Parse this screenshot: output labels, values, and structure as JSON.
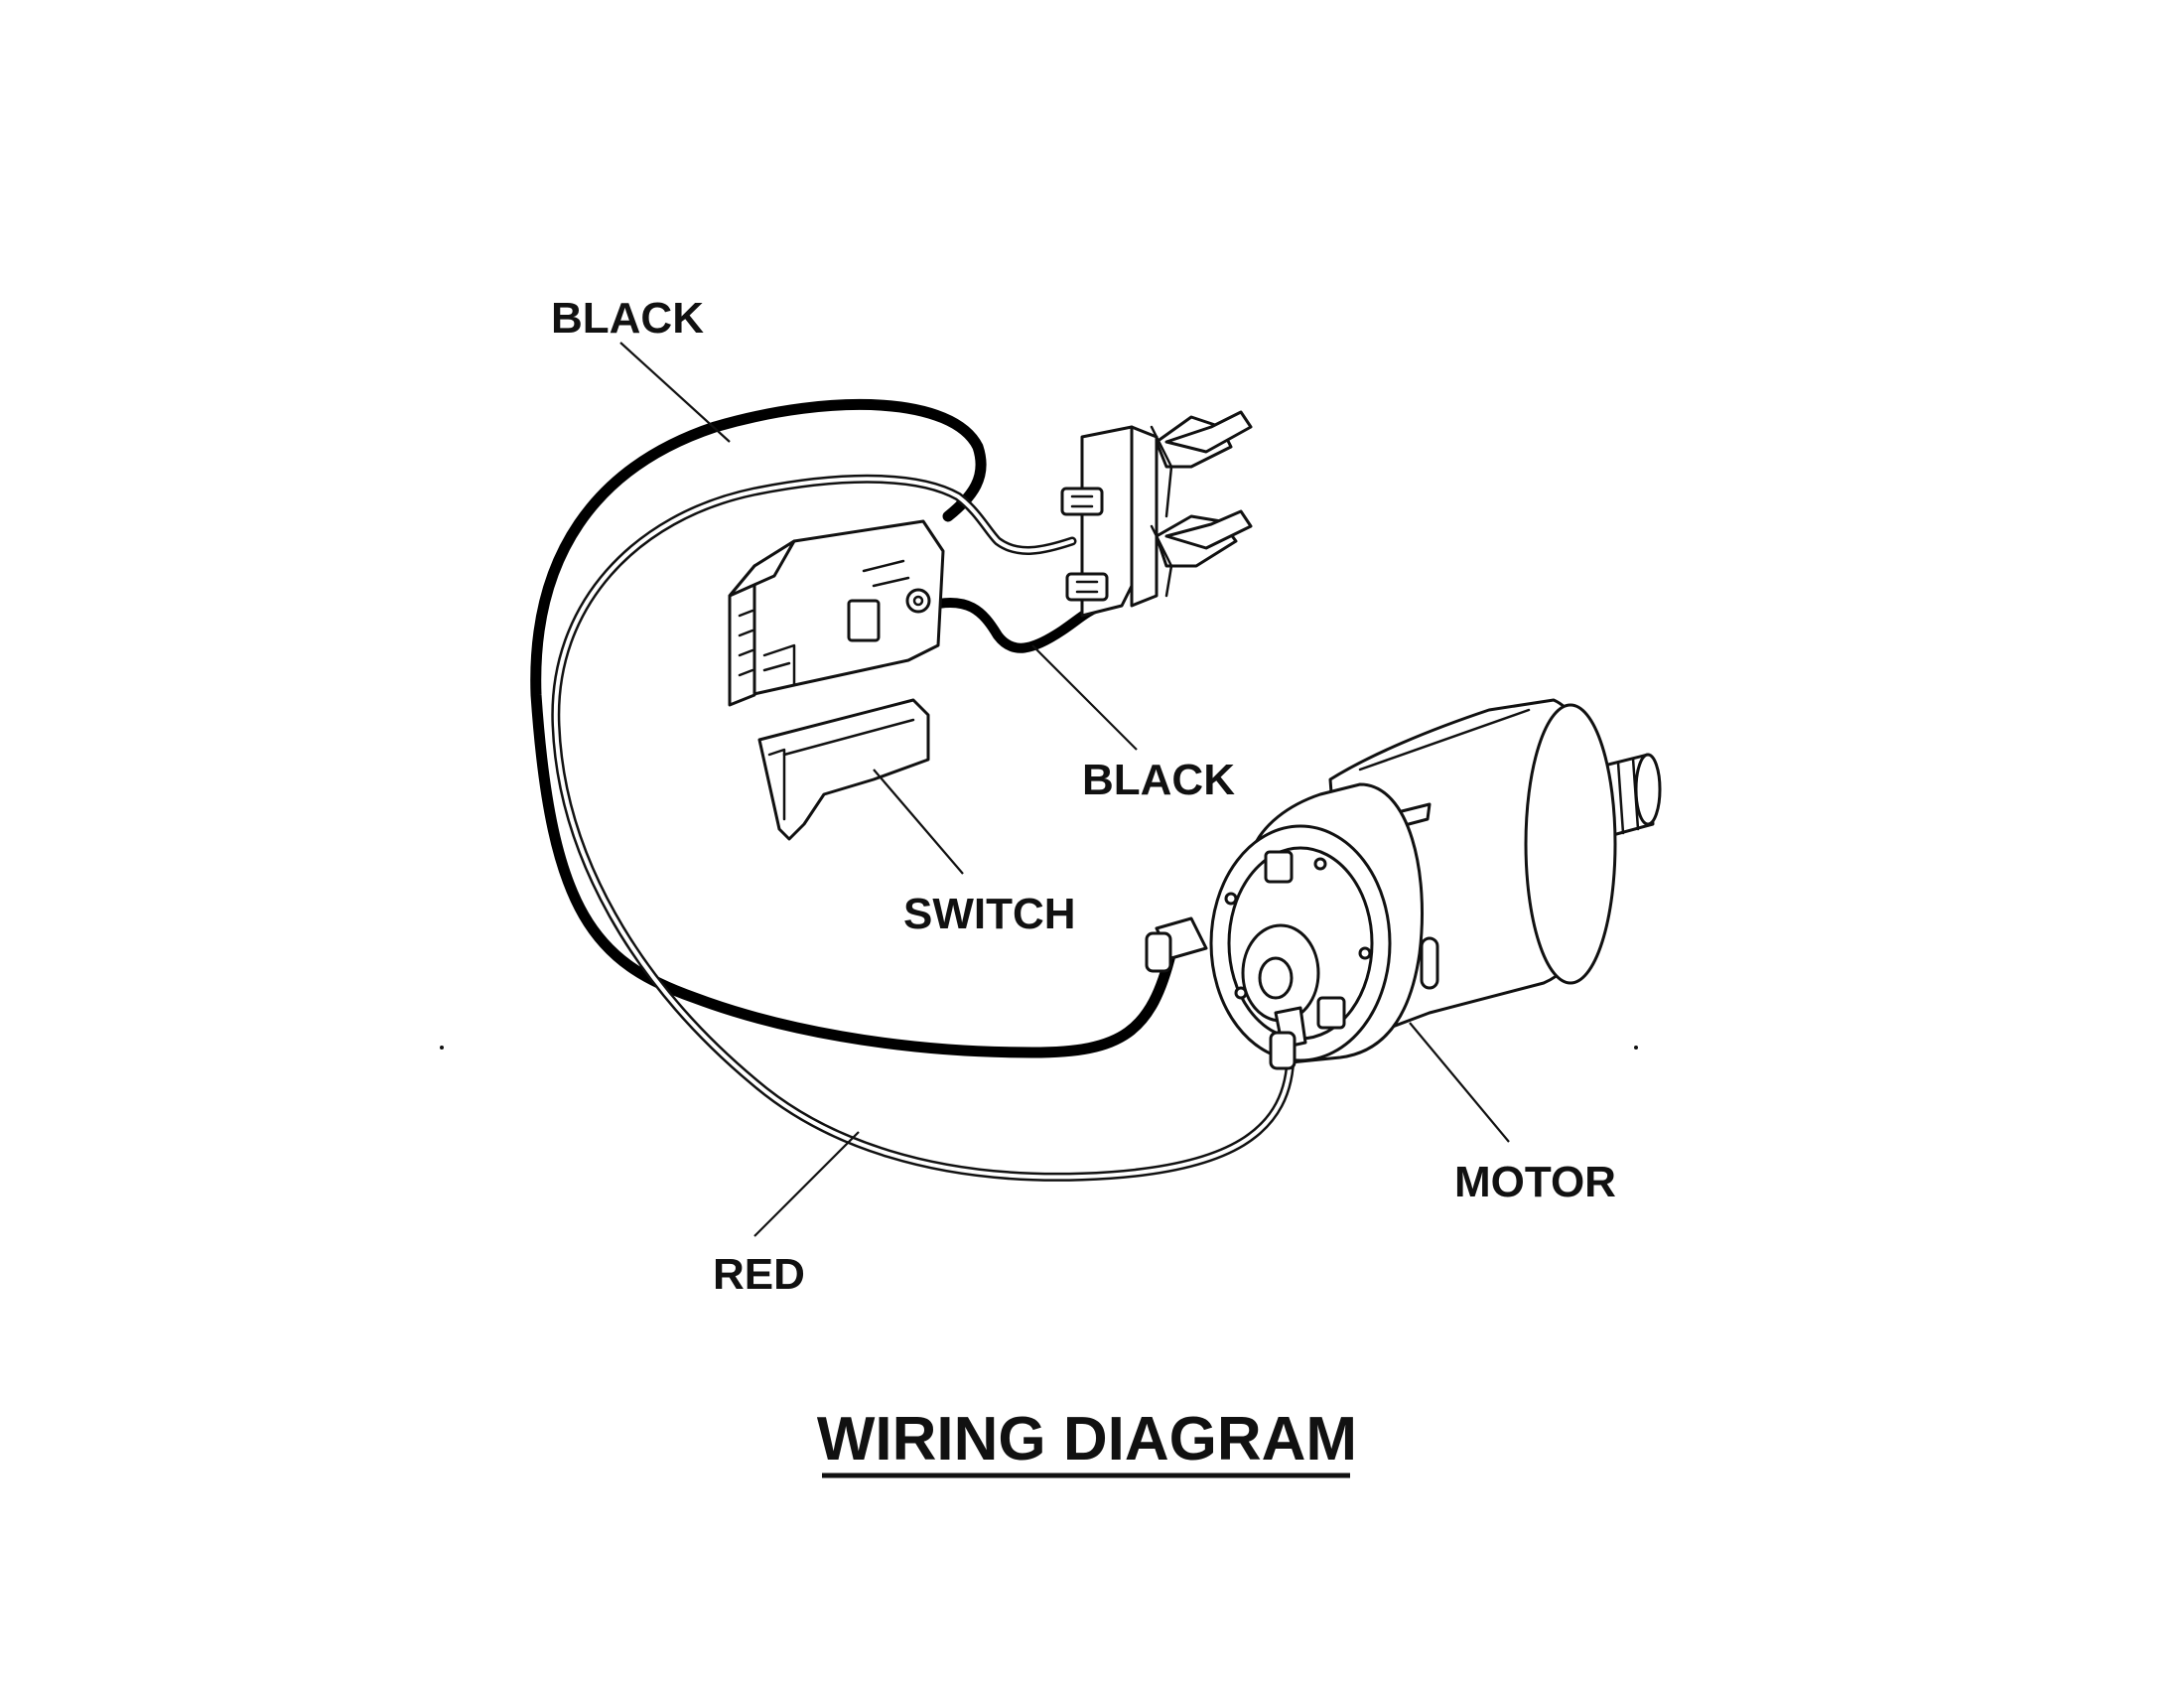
{
  "diagram": {
    "title": "WIRING DIAGRAM",
    "labels": {
      "black_top": "BLACK",
      "black_switch": "BLACK",
      "switch": "SWITCH",
      "motor": "MOTOR",
      "red": "RED"
    },
    "components": {
      "switch": "switch",
      "terminal_block": "battery-terminal-block",
      "motor": "motor"
    },
    "wires": [
      {
        "name": "black-wire",
        "color": "#000000"
      },
      {
        "name": "red-wire",
        "color": "#111111"
      }
    ]
  }
}
